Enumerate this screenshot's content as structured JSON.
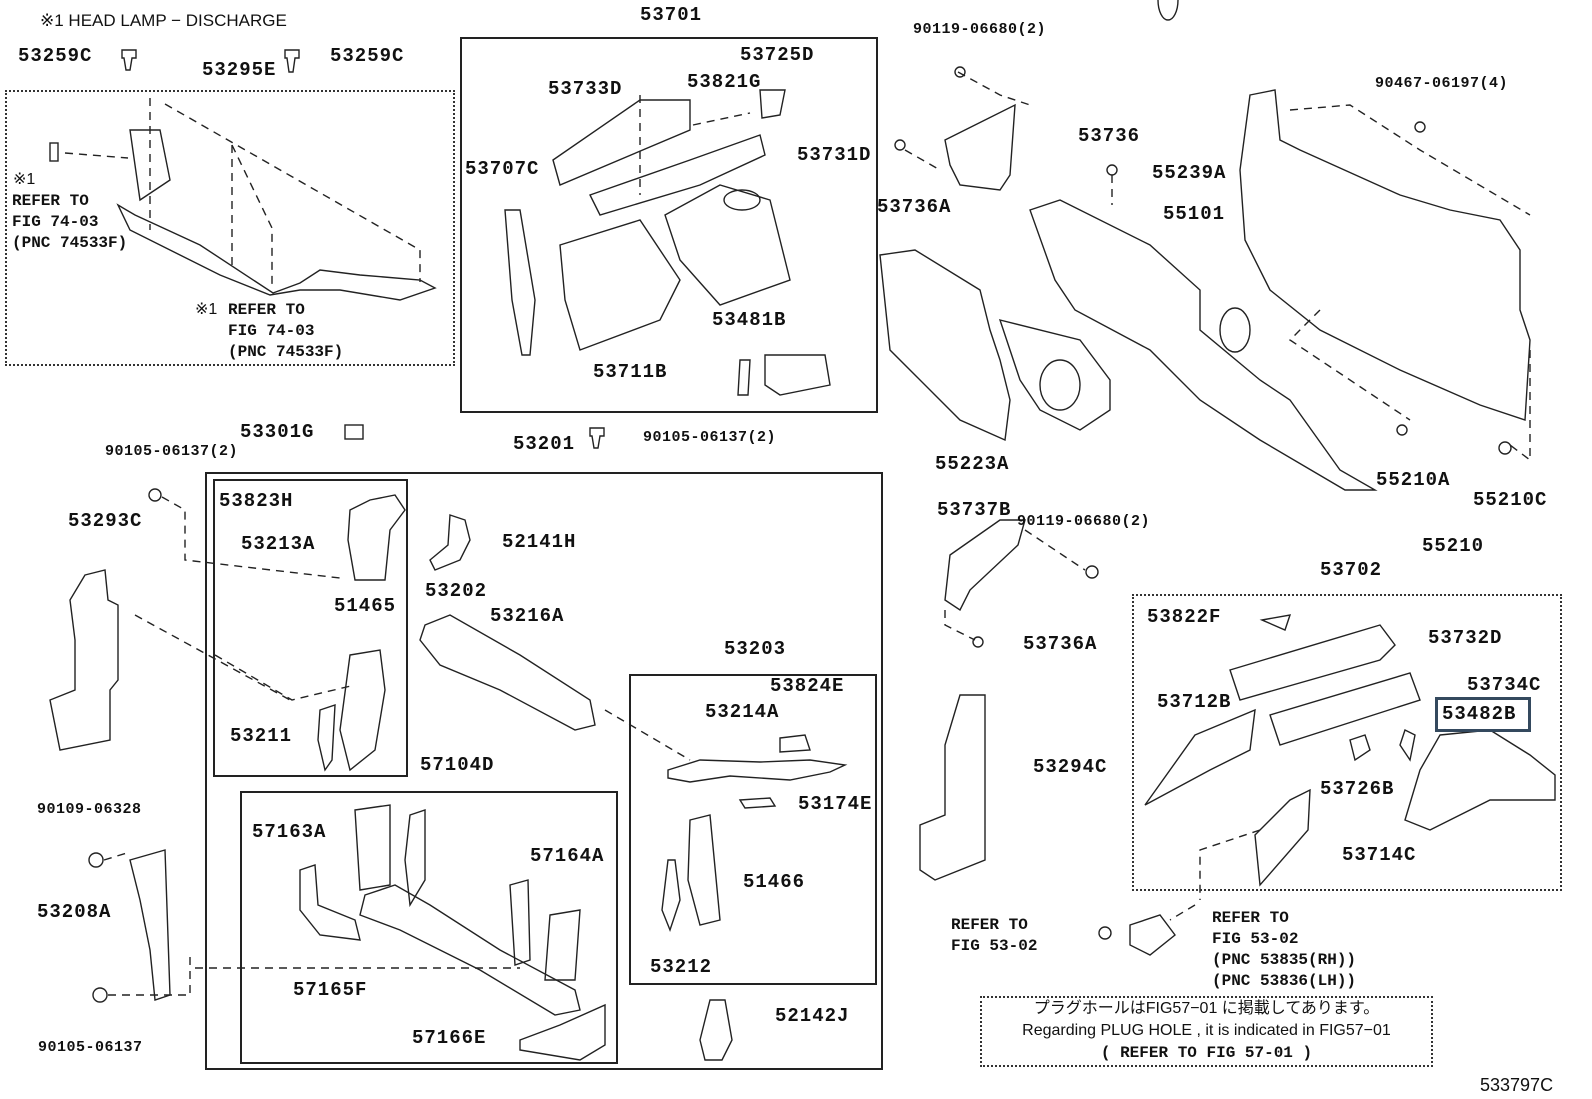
{
  "diagram": {
    "type": "parts-exploded-view",
    "figure_id": "533797C",
    "headnote": "※1 HEAD LAMP − DISCHARGE",
    "groups": {
      "g53295E": {
        "label": "53295E"
      },
      "g53701": {
        "label": "53701"
      },
      "g53201": {
        "label": "53201"
      },
      "g53202": {
        "label": "53202"
      },
      "g53203": {
        "label": "53203"
      },
      "g57104D": {
        "label": "57104D"
      },
      "g53702": {
        "label": "53702"
      },
      "g55210": {
        "label": "55210"
      }
    },
    "parts": {
      "p53259C_l": "53259C",
      "p53259C_r": "53259C",
      "p53295E": "53295E",
      "p53701": "53701",
      "p53725D": "53725D",
      "p53733D": "53733D",
      "p53821G": "53821G",
      "p53731D": "53731D",
      "p53707C": "53707C",
      "p53711B": "53711B",
      "p53481B": "53481B",
      "p90119_top": "90119-06680(2)",
      "p53736": "53736",
      "p53736A_top": "53736A",
      "p55239A": "55239A",
      "p55101": "55101",
      "p90467": "90467-06197(4)",
      "p55223A": "55223A",
      "p55210A": "55210A",
      "p55210C": "55210C",
      "p55210": "55210",
      "p53301G": "53301G",
      "p90105_left": "90105-06137(2)",
      "p53201": "53201",
      "p90105_mid": "90105-06137(2)",
      "p53293C": "53293C",
      "p53823H": "53823H",
      "p53213A": "53213A",
      "p52141H": "52141H",
      "p53202": "53202",
      "p51465": "51465",
      "p53216A": "53216A",
      "p53211": "53211",
      "p53203": "53203",
      "p53824E": "53824E",
      "p53214A": "53214A",
      "p53174E": "53174E",
      "p51466": "51466",
      "p53212": "53212",
      "p57104D": "57104D",
      "p90109": "90109-06328",
      "p57163A": "57163A",
      "p57164A": "57164A",
      "p53208A": "53208A",
      "p57165F": "57165F",
      "p57166E": "57166E",
      "p90105_bot": "90105-06137",
      "p52142J": "52142J",
      "p53737B": "53737B",
      "p90119_mid": "90119-06680(2)",
      "p53736A_mid": "53736A",
      "p53702": "53702",
      "p53822F": "53822F",
      "p53732D": "53732D",
      "p53734C": "53734C",
      "p53712B": "53712B",
      "p53482B": "53482B",
      "p53726B": "53726B",
      "p53294C": "53294C",
      "p53714C": "53714C"
    },
    "highlighted_part": "53482B",
    "references": {
      "ref_left_title_mark": "※1",
      "ref_left": "REFER TO\nFIG 74-03\n(PNC 74533F)",
      "ref_bottom_mark": "※1",
      "ref_bottom": "REFER TO\nFIG 74-03\n(PNC 74533F)",
      "ref_53_02_left": "REFER TO\nFIG 53-02",
      "ref_53_02_right": "REFER TO\nFIG 53-02\n(PNC 53835(RH))\n(PNC 53836(LH))"
    },
    "notice": {
      "line_jp": "プラグホールはFIG57−01 に掲載してあります。",
      "line_en": "Regarding  PLUG HOLE , it is  indicated  in  FIG57−01",
      "line_ref": "(   REFER TO FIG 57-01 )"
    }
  }
}
